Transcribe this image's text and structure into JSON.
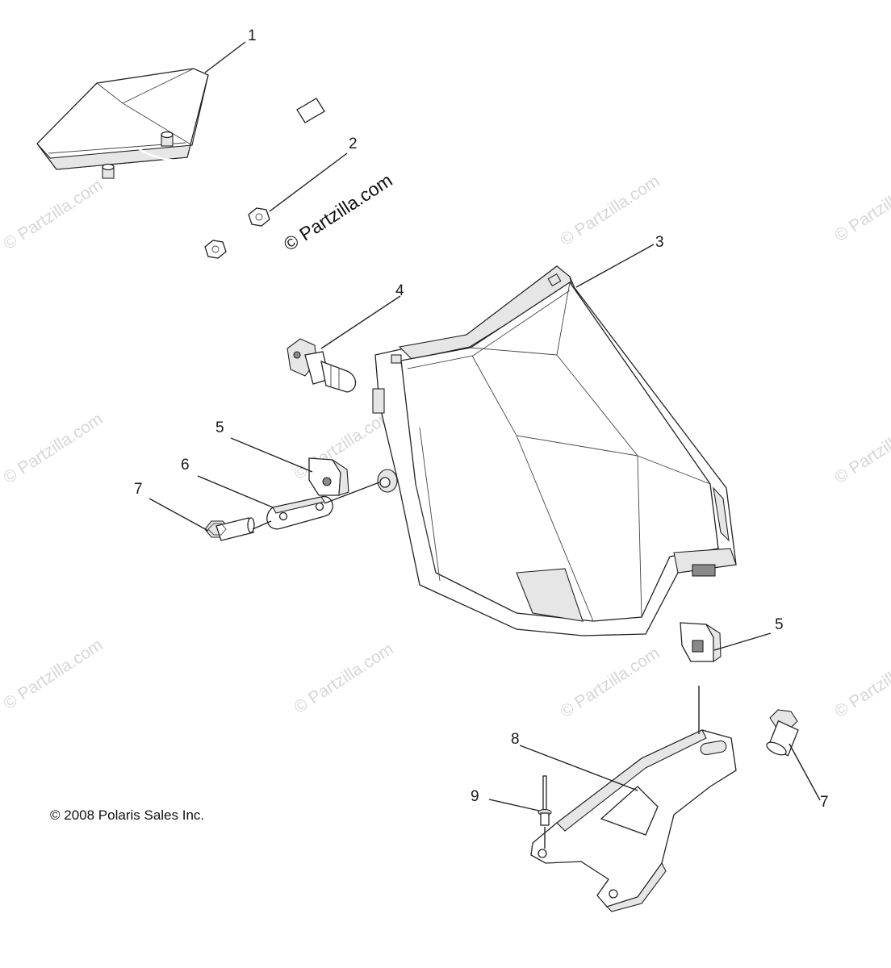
{
  "diagram": {
    "watermark_main": "© Partzilla.com",
    "watermark_repeat": "© Partzilla.com",
    "copyright": "© 2008 Polaris Sales Inc.",
    "callouts": {
      "c1": "1",
      "c2": "2",
      "c3": "3",
      "c4": "4",
      "c5a": "5",
      "c5b": "5",
      "c6": "6",
      "c7a": "7",
      "c7b": "7",
      "c8": "8",
      "c9": "9"
    }
  }
}
